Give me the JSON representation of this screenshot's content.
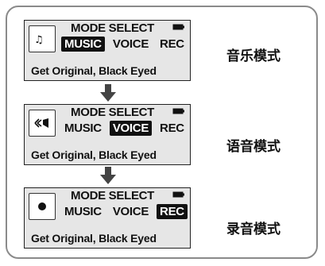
{
  "screens": [
    {
      "header": "MODE SELECT",
      "modes": [
        "MUSIC",
        "VOICE",
        "REC"
      ],
      "active_mode": "MUSIC",
      "track": "Get Original, Black Eyed",
      "caption": "音乐模式",
      "icon": "music-note-icon"
    },
    {
      "header": "MODE SELECT",
      "modes": [
        "MUSIC",
        "VOICE",
        "REC"
      ],
      "active_mode": "VOICE",
      "track": "Get Original, Black Eyed",
      "caption": "语音模式",
      "icon": "voice-icon"
    },
    {
      "header": "MODE SELECT",
      "modes": [
        "MUSIC",
        "VOICE",
        "REC"
      ],
      "active_mode": "REC",
      "track": "Get Original, Black Eyed",
      "caption": "录音模式",
      "icon": "record-dot-icon"
    }
  ],
  "arrows": [
    "down-arrow-icon",
    "down-arrow-icon"
  ]
}
